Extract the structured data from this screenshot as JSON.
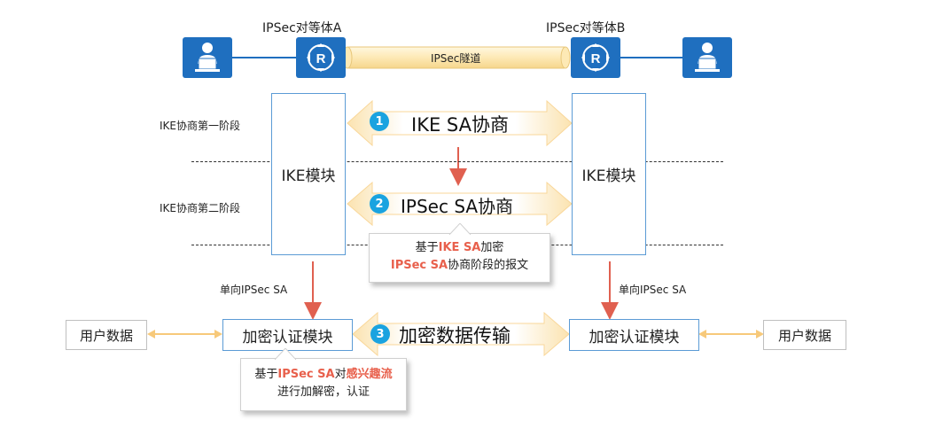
{
  "peers": {
    "a_label": "IPSec对等体A",
    "b_label": "IPSec对等体B"
  },
  "tunnel": {
    "label": "IPSec隧道"
  },
  "phases": {
    "phase1": "IKE协商第一阶段",
    "phase2": "IKE协商第二阶段"
  },
  "modules": {
    "ike_left": "IKE模块",
    "ike_right": "IKE模块",
    "enc_left": "加密认证模块",
    "enc_right": "加密认证模块"
  },
  "negotiations": [
    {
      "num": "1",
      "label": "IKE SA协商"
    },
    {
      "num": "2",
      "label": "IPSec SA协商"
    },
    {
      "num": "3",
      "label": "加密数据传输"
    }
  ],
  "callout_top": {
    "p1": "基于",
    "p2": "IKE SA",
    "p3": "加密",
    "p4": "IPSec SA",
    "p5": "协商阶段的报文"
  },
  "callout_bottom": {
    "p1": "基于",
    "p2": "IPSec SA",
    "p3": "对",
    "p4": "感兴趣流",
    "p5": "进行加解密，认证"
  },
  "sa_labels": {
    "left": "单向IPSec SA",
    "right": "单向IPSec SA"
  },
  "user_data": {
    "left": "用户数据",
    "right": "用户数据"
  },
  "colors": {
    "icon_blue": "#1f6fbf",
    "module_border": "#5b9bd5",
    "badge_blue": "#1aa3e0",
    "red_arrow": "#e06050",
    "highlight": "#e8604c",
    "tunnel_fill": "#fdf0c8",
    "orange_link": "#f7c97a"
  }
}
